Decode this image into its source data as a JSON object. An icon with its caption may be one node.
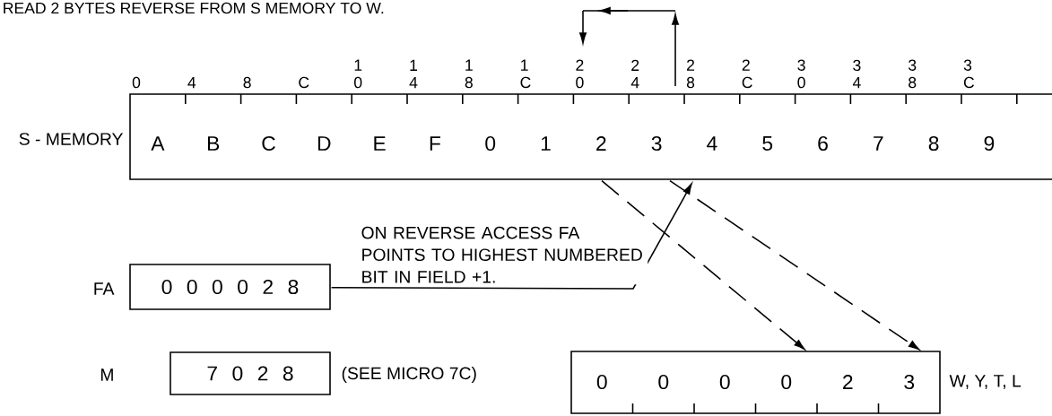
{
  "diagram": {
    "title": "READ 2 BYTES REVERSE FROM S MEMORY TO W.",
    "nodes": [
      {
        "text": [
          "A",
          "B",
          "C",
          "D",
          "E",
          "F",
          "0",
          "1",
          "2",
          "3",
          "4",
          "5",
          "6",
          "7",
          "8",
          "9"
        ],
        "beside": [
          "S - MEMORY"
        ]
      },
      {
        "text": [
          "0 0 0 0 2 8"
        ],
        "beside": [
          "FA"
        ]
      },
      {
        "text": [
          "7 0 2 8"
        ],
        "beside": [
          "M",
          "(SEE MICRO 7C)"
        ]
      },
      {
        "text": [
          "0",
          "0",
          "0",
          "0",
          "2",
          "3"
        ],
        "beside": [
          "W, Y, T, L"
        ]
      }
    ],
    "edges": [
      {
        "from": 1,
        "to": 0,
        "arrow": "to",
        "label": "ON REVERSE ACCESS FA POINTS TO HIGHEST NUMBERED BIT IN FIELD +1."
      },
      {
        "from": 0,
        "to": 3,
        "arrow": "to",
        "style": "dashed"
      },
      {
        "from": 0,
        "to": 3,
        "arrow": "to",
        "style": "dashed"
      }
    ],
    "labels": [
      "0",
      "4",
      "8",
      "C",
      "1 0",
      "1 4",
      "1 8",
      "1 C",
      "2 0",
      "2 4",
      "2 8",
      "2 C",
      "3 0",
      "3 4",
      "3 8",
      "3 C"
    ]
  }
}
